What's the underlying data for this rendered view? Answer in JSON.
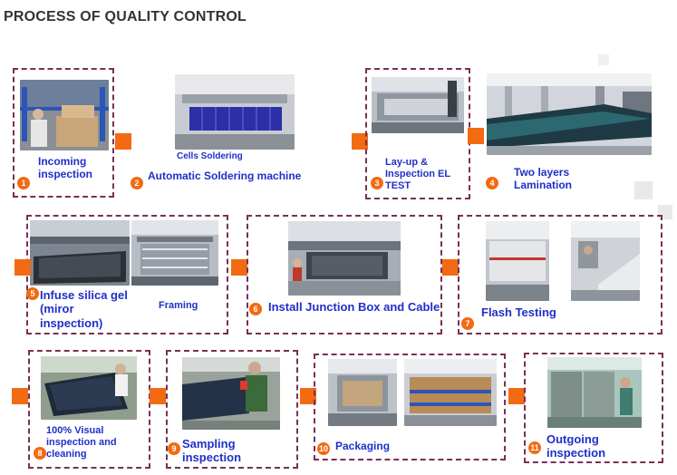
{
  "title": "PROCESS OF QUALITY CONTROL",
  "steps": [
    {
      "num": "1",
      "label": "Incoming inspection"
    },
    {
      "num": "2",
      "label": "Automatic Soldering machine",
      "caption": "Cells Soldering"
    },
    {
      "num": "3",
      "label": "Lay-up & Inspection EL TEST"
    },
    {
      "num": "4",
      "label": "Two layers Lamination"
    },
    {
      "num": "5",
      "label": "Infuse silica gel (miror inspection)",
      "caption": "Framing"
    },
    {
      "num": "6",
      "label": "Install Junction Box and Cable"
    },
    {
      "num": "7",
      "label": "Flash Testing"
    },
    {
      "num": "8",
      "label": "100% Visual inspection and cleaning"
    },
    {
      "num": "9",
      "label": "Sampling inspection"
    },
    {
      "num": "10",
      "label": "Packaging"
    },
    {
      "num": "11",
      "label": "Outgoing inspection"
    }
  ],
  "colors": {
    "accent": "#f26a12",
    "label": "#1f2fc8",
    "border": "#7a2f55"
  }
}
